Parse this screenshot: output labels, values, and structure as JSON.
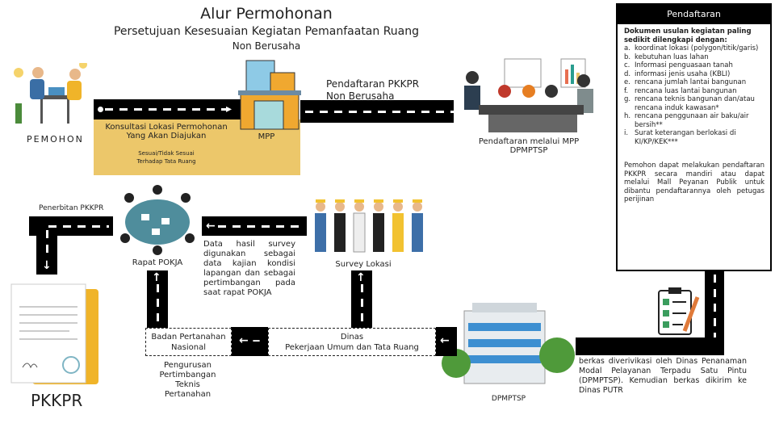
{
  "title": {
    "main": "Alur Permohonan",
    "sub": "Persetujuan Kesesuaian Kegiatan Pemanfaatan Ruang",
    "sub2": "Non Berusaha"
  },
  "pemohon": {
    "label": "PEMOHON"
  },
  "konsultasi": {
    "line1": "Konsultasi Lokasi Permohonan",
    "line2": "Yang Akan Diajukan",
    "note1": "Sesuai/Tidak Sesuai",
    "note2": "Terhadap Tata Ruang"
  },
  "mpp": {
    "label": "MPP"
  },
  "pendaftaran_road": {
    "line1": "Pendaftaran PKKPR",
    "line2": "Non Berusaha"
  },
  "meeting": {
    "line1": "Pendaftaran melalui MPP",
    "line2": "DPMPTSP"
  },
  "panel": {
    "header": "Pendaftaran",
    "intro": "Dokumen usulan kegiatan paling sedikit dilengkapi dengan:",
    "items": [
      {
        "k": "a.",
        "v": "koordinat lokasi (polygon/titik/garis)"
      },
      {
        "k": "b.",
        "v": "kebutuhan luas lahan"
      },
      {
        "k": "c.",
        "v": "Informasi penguasaan tanah"
      },
      {
        "k": "d.",
        "v": "informasi jenis usaha (KBLI)"
      },
      {
        "k": "e.",
        "v": "rencana jumlah lantai bangunan"
      },
      {
        "k": "f.",
        "v": "rencana luas lantai bangunan"
      },
      {
        "k": "g.",
        "v": "rencana teknis bangunan dan/atau rencana induk kawasan*"
      },
      {
        "k": "h.",
        "v": "rencana penggunaan air baku/air bersih**"
      },
      {
        "k": "i.",
        "v": "Surat keterangan berlokasi di KI/KP/KEK***"
      }
    ],
    "note": "Pemohon dapat melakukan pendaftaran PKKPR secara mandiri atau dapat melalui Mall Peyanan Publik untuk dibantu pendaftarannya oleh petugas perijinan"
  },
  "verifikasi": "berkas diverivikasi oleh Dinas Penanaman Modal Pelayanan Terpadu Satu Pintu (DPMPTSP). Kemudian berkas dikirim ke Dinas PUTR",
  "dpmptsp": {
    "label": "DPMPTSP"
  },
  "dinas": {
    "line1": "Dinas",
    "line2": "Pekerjaan Umum dan Tata Ruang"
  },
  "bpn": {
    "line1": "Badan Pertanahan",
    "line2": "Nasional",
    "note": "Pengurusan Pertimbangan Teknis Pertanahan"
  },
  "survey": {
    "label": "Survey Lokasi"
  },
  "survey_note": "Data hasil survey digunakan sebagai data kajian kondisi lapangan dan sebagai pertimbangan pada saat rapat POKJA",
  "pokja": {
    "label": "Rapat POKJA"
  },
  "penerbitan": {
    "label": "Penerbitan PKKPR"
  },
  "pkkpr": {
    "label": "PKKPR"
  },
  "colors": {
    "road": "#000000",
    "yellow": "#ecc76a",
    "panel_header": "#000000"
  }
}
